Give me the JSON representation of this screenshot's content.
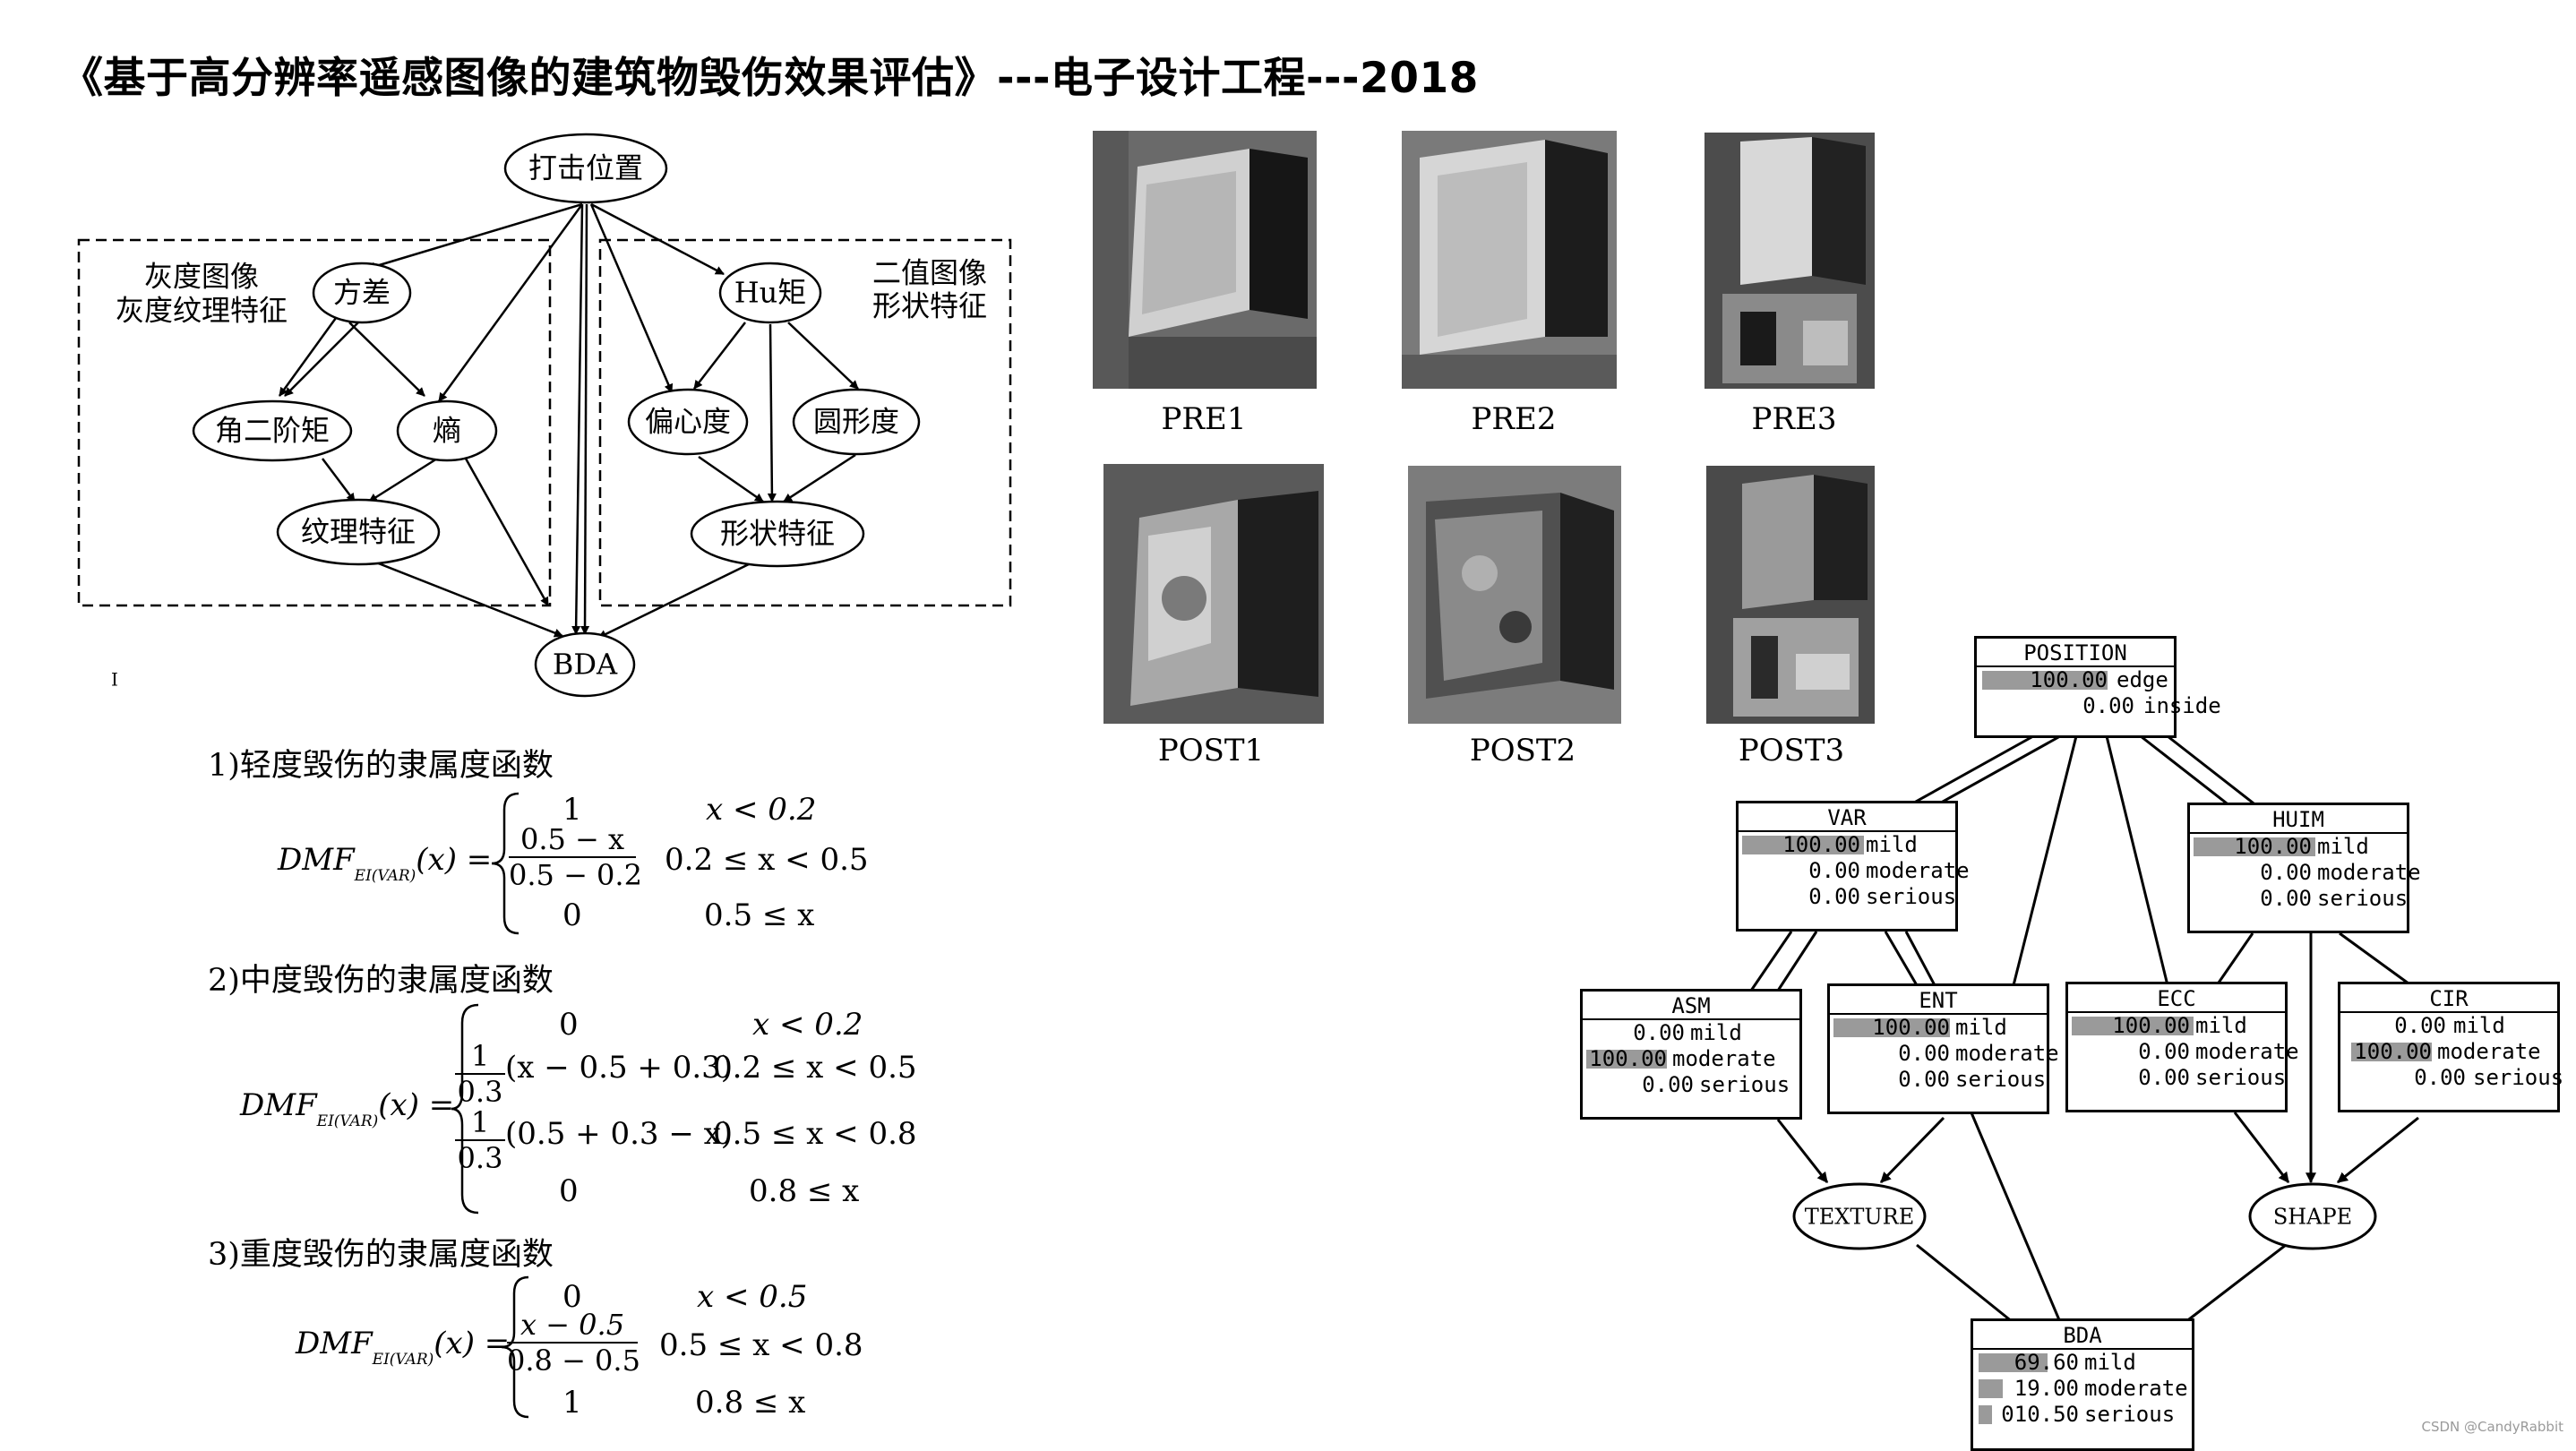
{
  "title": "《基于高分辨率遥感图像的建筑物毁伤效果评估》---电子设计工程---2018",
  "diagram": {
    "nodes": {
      "strike": "打击位置",
      "variance": "方差",
      "hu": "Hu矩",
      "asm": "角二阶矩",
      "entropy": "熵",
      "eccentricity": "偏心度",
      "circularity": "圆形度",
      "texture": "纹理特征",
      "shape": "形状特征",
      "bda": "BDA"
    },
    "group_left": [
      "灰度图像",
      "灰度纹理特征"
    ],
    "group_right": [
      "二值图像",
      "形状特征"
    ],
    "stray_mark": "I"
  },
  "photos": {
    "pre": [
      "PRE1",
      "PRE2",
      "PRE3"
    ],
    "post": [
      "POST1",
      "POST2",
      "POST3"
    ]
  },
  "network": {
    "position": {
      "title": "POSITION",
      "rows": [
        {
          "value": "100.00",
          "label": "edge",
          "fraction": 1.0
        },
        {
          "value": "0.00",
          "label": "inside",
          "fraction": 0
        }
      ]
    },
    "var": {
      "title": "VAR",
      "rows": [
        {
          "value": "100.00",
          "label": "mild",
          "fraction": 1.0
        },
        {
          "value": "0.00",
          "label": "moderate",
          "fraction": 0
        },
        {
          "value": "0.00",
          "label": "serious",
          "fraction": 0
        }
      ]
    },
    "huim": {
      "title": "HUIM",
      "rows": [
        {
          "value": "100.00",
          "label": "mild",
          "fraction": 1.0
        },
        {
          "value": "0.00",
          "label": "moderate",
          "fraction": 0
        },
        {
          "value": "0.00",
          "label": "serious",
          "fraction": 0
        }
      ]
    },
    "asm": {
      "title": "ASM",
      "rows": [
        {
          "value": "0.00",
          "label": "mild",
          "fraction": 0
        },
        {
          "value": "100.00",
          "label": "moderate",
          "fraction": 1.0
        },
        {
          "value": "0.00",
          "label": "serious",
          "fraction": 0
        }
      ]
    },
    "ent": {
      "title": "ENT",
      "rows": [
        {
          "value": "100.00",
          "label": "mild",
          "fraction": 1.0
        },
        {
          "value": "0.00",
          "label": "moderate",
          "fraction": 0
        },
        {
          "value": "0.00",
          "label": "serious",
          "fraction": 0
        }
      ]
    },
    "ecc": {
      "title": "ECC",
      "rows": [
        {
          "value": "100.00",
          "label": "mild",
          "fraction": 1.0
        },
        {
          "value": "0.00",
          "label": "moderate",
          "fraction": 0
        },
        {
          "value": "0.00",
          "label": "serious",
          "fraction": 0
        }
      ]
    },
    "cir": {
      "title": "CIR",
      "rows": [
        {
          "value": "0.00",
          "label": "mild",
          "fraction": 0
        },
        {
          "value": "100.00",
          "label": "moderate",
          "fraction": 1.0
        },
        {
          "value": "0.00",
          "label": "serious",
          "fraction": 0
        }
      ]
    },
    "texture": "TEXTURE",
    "shape": "SHAPE",
    "bda": {
      "title": "BDA",
      "rows": [
        {
          "value": "69.60",
          "label": "mild",
          "fraction": 0.696
        },
        {
          "value": "19.00",
          "label": "moderate",
          "fraction": 0.19
        },
        {
          "value": "010.50",
          "label": "serious",
          "fraction": 0.105
        }
      ]
    }
  },
  "formulas": {
    "heading1": "1)轻度毁伤的隶属度函数",
    "heading2": "2)中度毁伤的隶属度函数",
    "heading3": "3)重度毁伤的隶属度函数",
    "lhs": "DMF",
    "lhs_sub": "EI(VAR)",
    "lhs_arg": "(x) =",
    "f1": {
      "c1_val": "1",
      "c1_cond": "x < 0.2",
      "c2_num": "0.5 − x",
      "c2_den": "0.5 − 0.2",
      "c2_cond": "0.2 ≤ x < 0.5",
      "c3_val": "0",
      "c3_cond": "0.5 ≤ x"
    },
    "f2": {
      "c1_val": "0",
      "c1_cond": "x < 0.2",
      "c2_num": "1",
      "c2_den": "0.3",
      "c2_tail": "(x − 0.5 + 0.3)",
      "c2_cond": "0.2 ≤ x < 0.5",
      "c3_num": "1",
      "c3_den": "0.3",
      "c3_tail": "(0.5 + 0.3 − x)",
      "c3_cond": "0.5 ≤ x < 0.8",
      "c4_val": "0",
      "c4_cond": "0.8 ≤ x"
    },
    "f3": {
      "c1_val": "0",
      "c1_cond": "x < 0.5",
      "c2_num": "x − 0.5",
      "c2_den": "0.8 − 0.5",
      "c2_cond": "0.5 ≤ x < 0.8",
      "c3_val": "1",
      "c3_cond": "0.8 ≤ x"
    }
  },
  "watermark": "CSDN @CandyRabbit"
}
